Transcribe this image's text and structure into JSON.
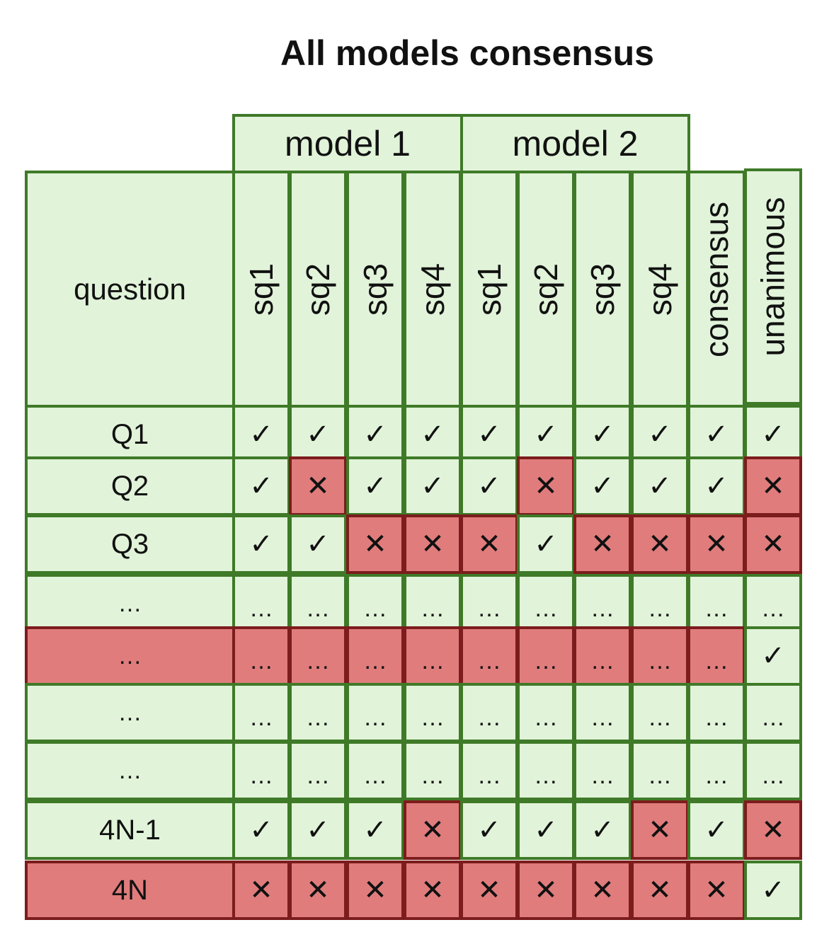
{
  "title": "All models consensus",
  "header": {
    "groups": [
      "model 1",
      "model 2"
    ],
    "question_label": "question",
    "subcols": [
      "sq1",
      "sq2",
      "sq3",
      "sq4",
      "sq1",
      "sq2",
      "sq3",
      "sq4",
      "consensus",
      "unanimous"
    ]
  },
  "rows": [
    {
      "label": "Q1",
      "row_status": "pass",
      "cells": [
        "✓",
        "✓",
        "✓",
        "✓",
        "✓",
        "✓",
        "✓",
        "✓",
        "✓",
        "✓"
      ]
    },
    {
      "label": "Q2",
      "row_status": "pass",
      "cells": [
        "✓",
        "✕",
        "✓",
        "✓",
        "✓",
        "✕",
        "✓",
        "✓",
        "✓",
        "✕"
      ]
    },
    {
      "label": "Q3",
      "row_status": "pass",
      "cells": [
        "✓",
        "✓",
        "✕",
        "✕",
        "✕",
        "✓",
        "✕",
        "✕",
        "✕",
        "✕"
      ]
    },
    {
      "label": "…",
      "row_status": "pass",
      "cells": [
        "…",
        "…",
        "…",
        "…",
        "…",
        "…",
        "…",
        "…",
        "…",
        "…"
      ]
    },
    {
      "label": "…",
      "row_status": "fail",
      "cells": [
        "…",
        "…",
        "…",
        "…",
        "…",
        "…",
        "…",
        "…",
        "…",
        "✓"
      ]
    },
    {
      "label": "…",
      "row_status": "pass",
      "cells": [
        "…",
        "…",
        "…",
        "…",
        "…",
        "…",
        "…",
        "…",
        "…",
        "…"
      ]
    },
    {
      "label": "…",
      "row_status": "pass",
      "cells": [
        "…",
        "…",
        "…",
        "…",
        "…",
        "…",
        "…",
        "…",
        "…",
        "…"
      ]
    },
    {
      "label": "4N-1",
      "row_status": "pass",
      "cells": [
        "✓",
        "✓",
        "✓",
        "✕",
        "✓",
        "✓",
        "✓",
        "✕",
        "✓",
        "✕"
      ]
    },
    {
      "label": "4N",
      "row_status": "fail",
      "cells": [
        "✕",
        "✕",
        "✕",
        "✕",
        "✕",
        "✕",
        "✕",
        "✕",
        "✕",
        "✓"
      ]
    }
  ],
  "colors": {
    "pass_fill": "#e1f3d9",
    "pass_border": "#3f7a28",
    "fail_fill": "#e07c7c",
    "fail_border": "#7c1c1c"
  }
}
